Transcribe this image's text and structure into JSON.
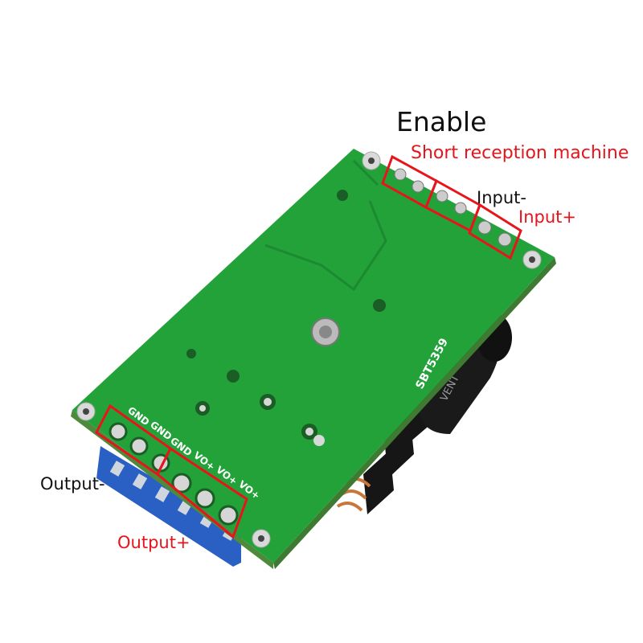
{
  "annotations": {
    "enable": "Enable",
    "short_reception": "Short reception machine",
    "input_minus": "Input-",
    "input_plus": "Input+",
    "output_minus": "Output-",
    "output_plus": "Output+"
  },
  "board": {
    "model": "SBT5359",
    "terminal_labels": [
      "GND",
      "GND",
      "GND",
      "VO+",
      "VO+",
      "VO+"
    ],
    "capacitor_text": "VENT"
  },
  "colors": {
    "pcb": "#23a23a",
    "annotation_red": "#e8141b",
    "terminal_blue": "#2a5fc4"
  }
}
